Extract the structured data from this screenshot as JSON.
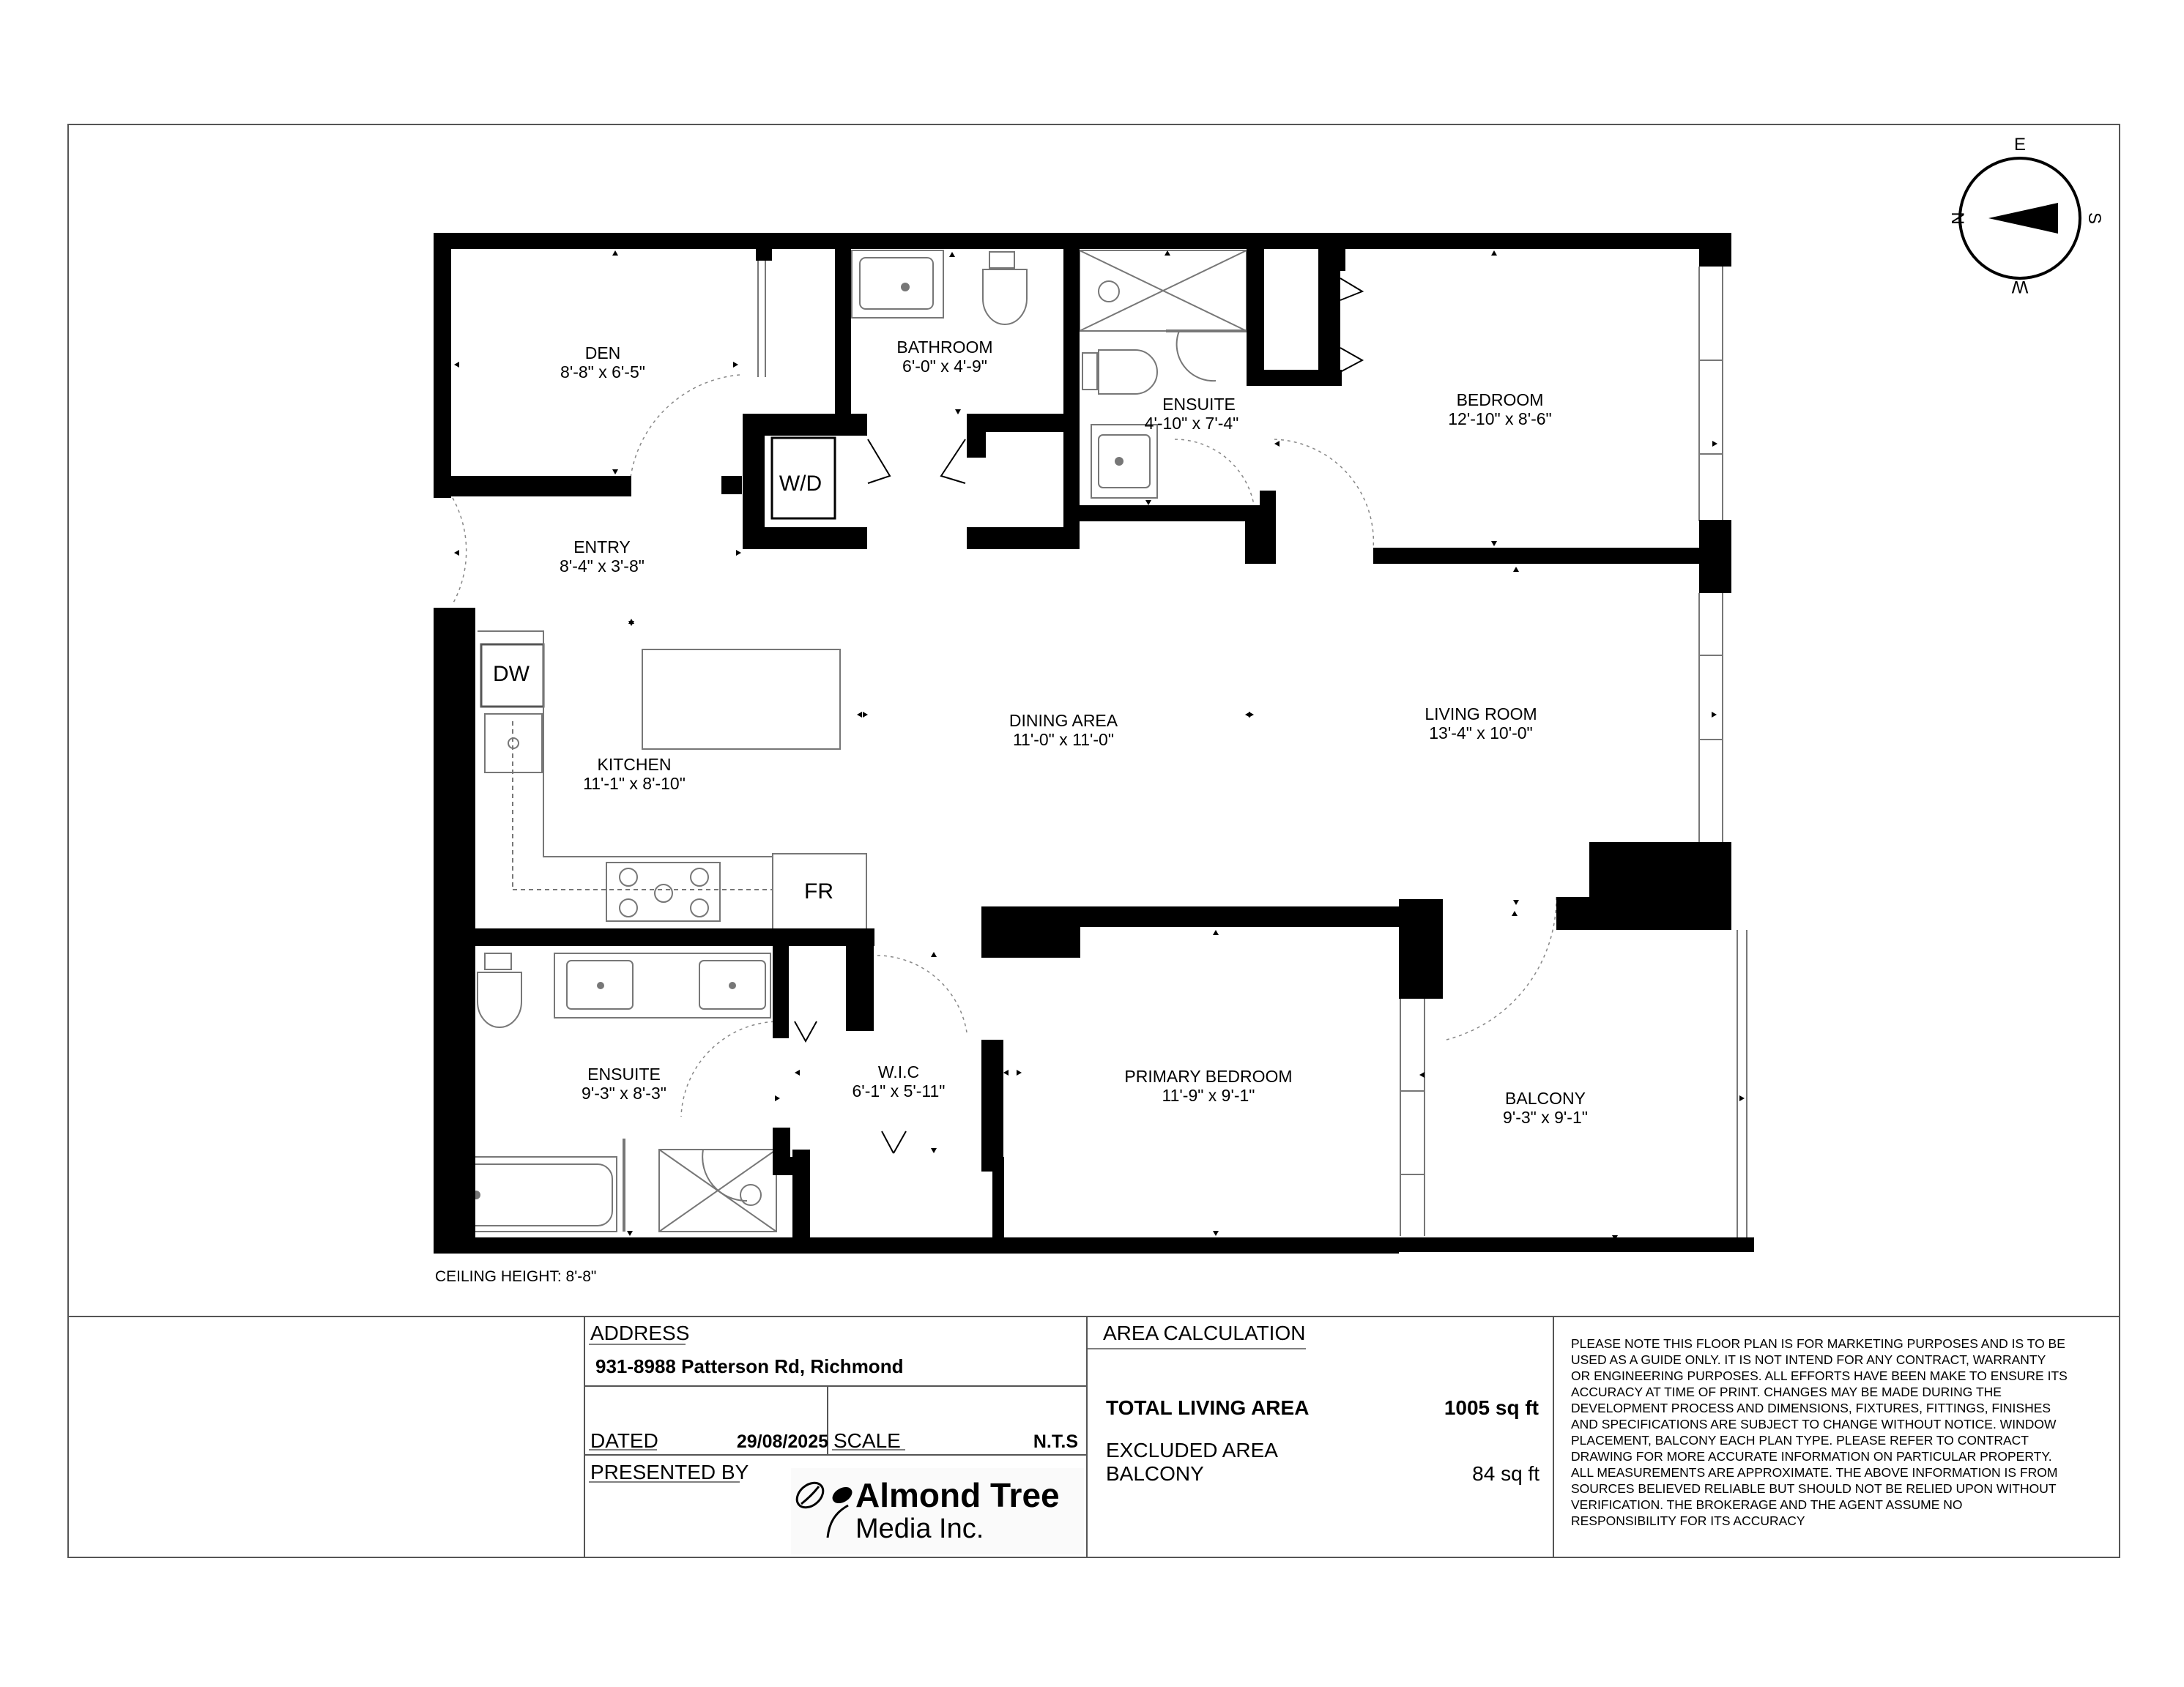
{
  "rooms": [
    {
      "name": "DEN",
      "dim": "8'-8\" x 6'-5\""
    },
    {
      "name": "BATHROOM",
      "dim": "6'-0\" x 4'-9\""
    },
    {
      "name": "ENSUITE",
      "dim": "4'-10\" x 7'-4\""
    },
    {
      "name": "BEDROOM",
      "dim": "12'-10\" x 8'-6\""
    },
    {
      "name": "ENTRY",
      "dim": "8'-4\" x 3'-8\""
    },
    {
      "name": "DINING AREA",
      "dim": "11'-0\" x 11'-0\""
    },
    {
      "name": "LIVING ROOM",
      "dim": "13'-4\" x 10'-0\""
    },
    {
      "name": "KITCHEN",
      "dim": "11'-1\" x 8'-10\""
    },
    {
      "name": "ENSUITE",
      "dim": "9'-3\" x 8'-3\""
    },
    {
      "name": "W.I.C",
      "dim": "6'-1\" x 5'-11\""
    },
    {
      "name": "PRIMARY BEDROOM",
      "dim": "11'-9\" x 9'-1\""
    },
    {
      "name": "BALCONY",
      "dim": "9'-3\" x 9'-1\""
    }
  ],
  "fixtures": {
    "wd": "W/D",
    "dw": "DW",
    "fr": "FR"
  },
  "ceiling_height": "CEILING HEIGHT: 8'-8\"",
  "compass": {
    "e": "E",
    "n": "N",
    "s": "S",
    "w": "W",
    "arrow_icon": "compass-arrow-icon"
  },
  "titleblock": {
    "address_label": "ADDRESS",
    "address": "931-8988 Patterson Rd, Richmond",
    "dated_label": "DATED",
    "date": "29/08/2025",
    "scale_label": "SCALE",
    "scale": "N.T.S",
    "presented_label": "PRESENTED BY",
    "area_label": "AREA CALCULATION",
    "total_label": "TOTAL LIVING AREA",
    "total_value": "1005 sq ft",
    "excluded_label": "EXCLUDED AREA",
    "balcony_label": "BALCONY",
    "balcony_value": "84 sq ft",
    "logo_line1": "Almond Tree",
    "logo_line2": "Media Inc.",
    "logo_icon": "almond-leaf-icon",
    "disclaimer": [
      "PLEASE NOTE THIS FLOOR PLAN IS FOR MARKETING PURPOSES AND IS TO BE",
      "USED AS A GUIDE ONLY. IT IS NOT INTEND FOR ANY CONTRACT, WARRANTY",
      "OR ENGINEERING PURPOSES. ALL EFFORTS HAVE BEEN MAKE TO ENSURE ITS",
      "ACCURACY AT TIME OF PRINT. CHANGES MAY BE MADE DURING THE",
      "DEVELOPMENT PROCESS AND DIMENSIONS, FIXTURES, FITTINGS, FINISHES",
      "AND SPECIFICATIONS ARE SUBJECT TO CHANGE WITHOUT NOTICE. WINDOW",
      "PLACEMENT, BALCONY EACH PLAN TYPE. PLEASE REFER TO CONTRACT",
      "DRAWING FOR MORE ACCURATE INFORMATION ON PARTICULAR PROPERTY.",
      "ALL MEASUREMENTS ARE APPROXIMATE. THE ABOVE INFORMATION IS FROM",
      "SOURCES BELIEVED RELIABLE BUT SHOULD NOT BE RELIED UPON WITHOUT",
      "VERIFICATION. THE BROKERAGE AND THE AGENT ASSUME NO",
      "RESPONSIBILITY FOR ITS ACCURACY"
    ]
  }
}
